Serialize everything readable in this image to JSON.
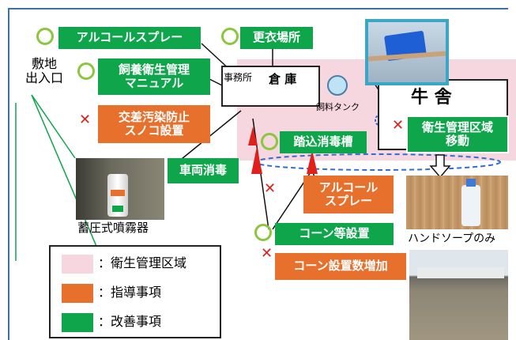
{
  "site_entrance": "敷地\n出入口",
  "office_label": "事務所",
  "warehouse_label": "倉 庫",
  "feed_tank_label": "飼料タンク",
  "barn_label": "牛 舎",
  "sprayer_caption": "蓄圧式噴霧器",
  "handsoap_caption": "ハンドソープのみ",
  "boxes": {
    "alcohol_spray_top": "アルコールスプレー",
    "changing_room": "更衣場所",
    "hygiene_manual": "飼養衛生管理\nマニュアル",
    "cross_contamination": "交差汚染防止\nスノコ設置",
    "footbath": "踏込消毒槽",
    "hygiene_zone_move": "衛生管理区域\n移動",
    "vehicle_disinfection": "車両消毒",
    "alcohol_spray_orange": "アルコール\nスプレー",
    "cone_install": "コーン等設置",
    "cone_increase": "コーン設置数増加"
  },
  "legend": {
    "items": [
      {
        "label": "：衛生管理区域",
        "color": "#f7d7df"
      },
      {
        "label": "：指導事項",
        "color": "#e8702d"
      },
      {
        "label": "：改善事項",
        "color": "#0fa54b"
      }
    ]
  },
  "colors": {
    "improvement": "#0fa54b",
    "guidance": "#e8702d",
    "hygiene_zone": "#f7d7df",
    "cross_mark": "#e0201b",
    "check_circle": "#8cc63f"
  }
}
